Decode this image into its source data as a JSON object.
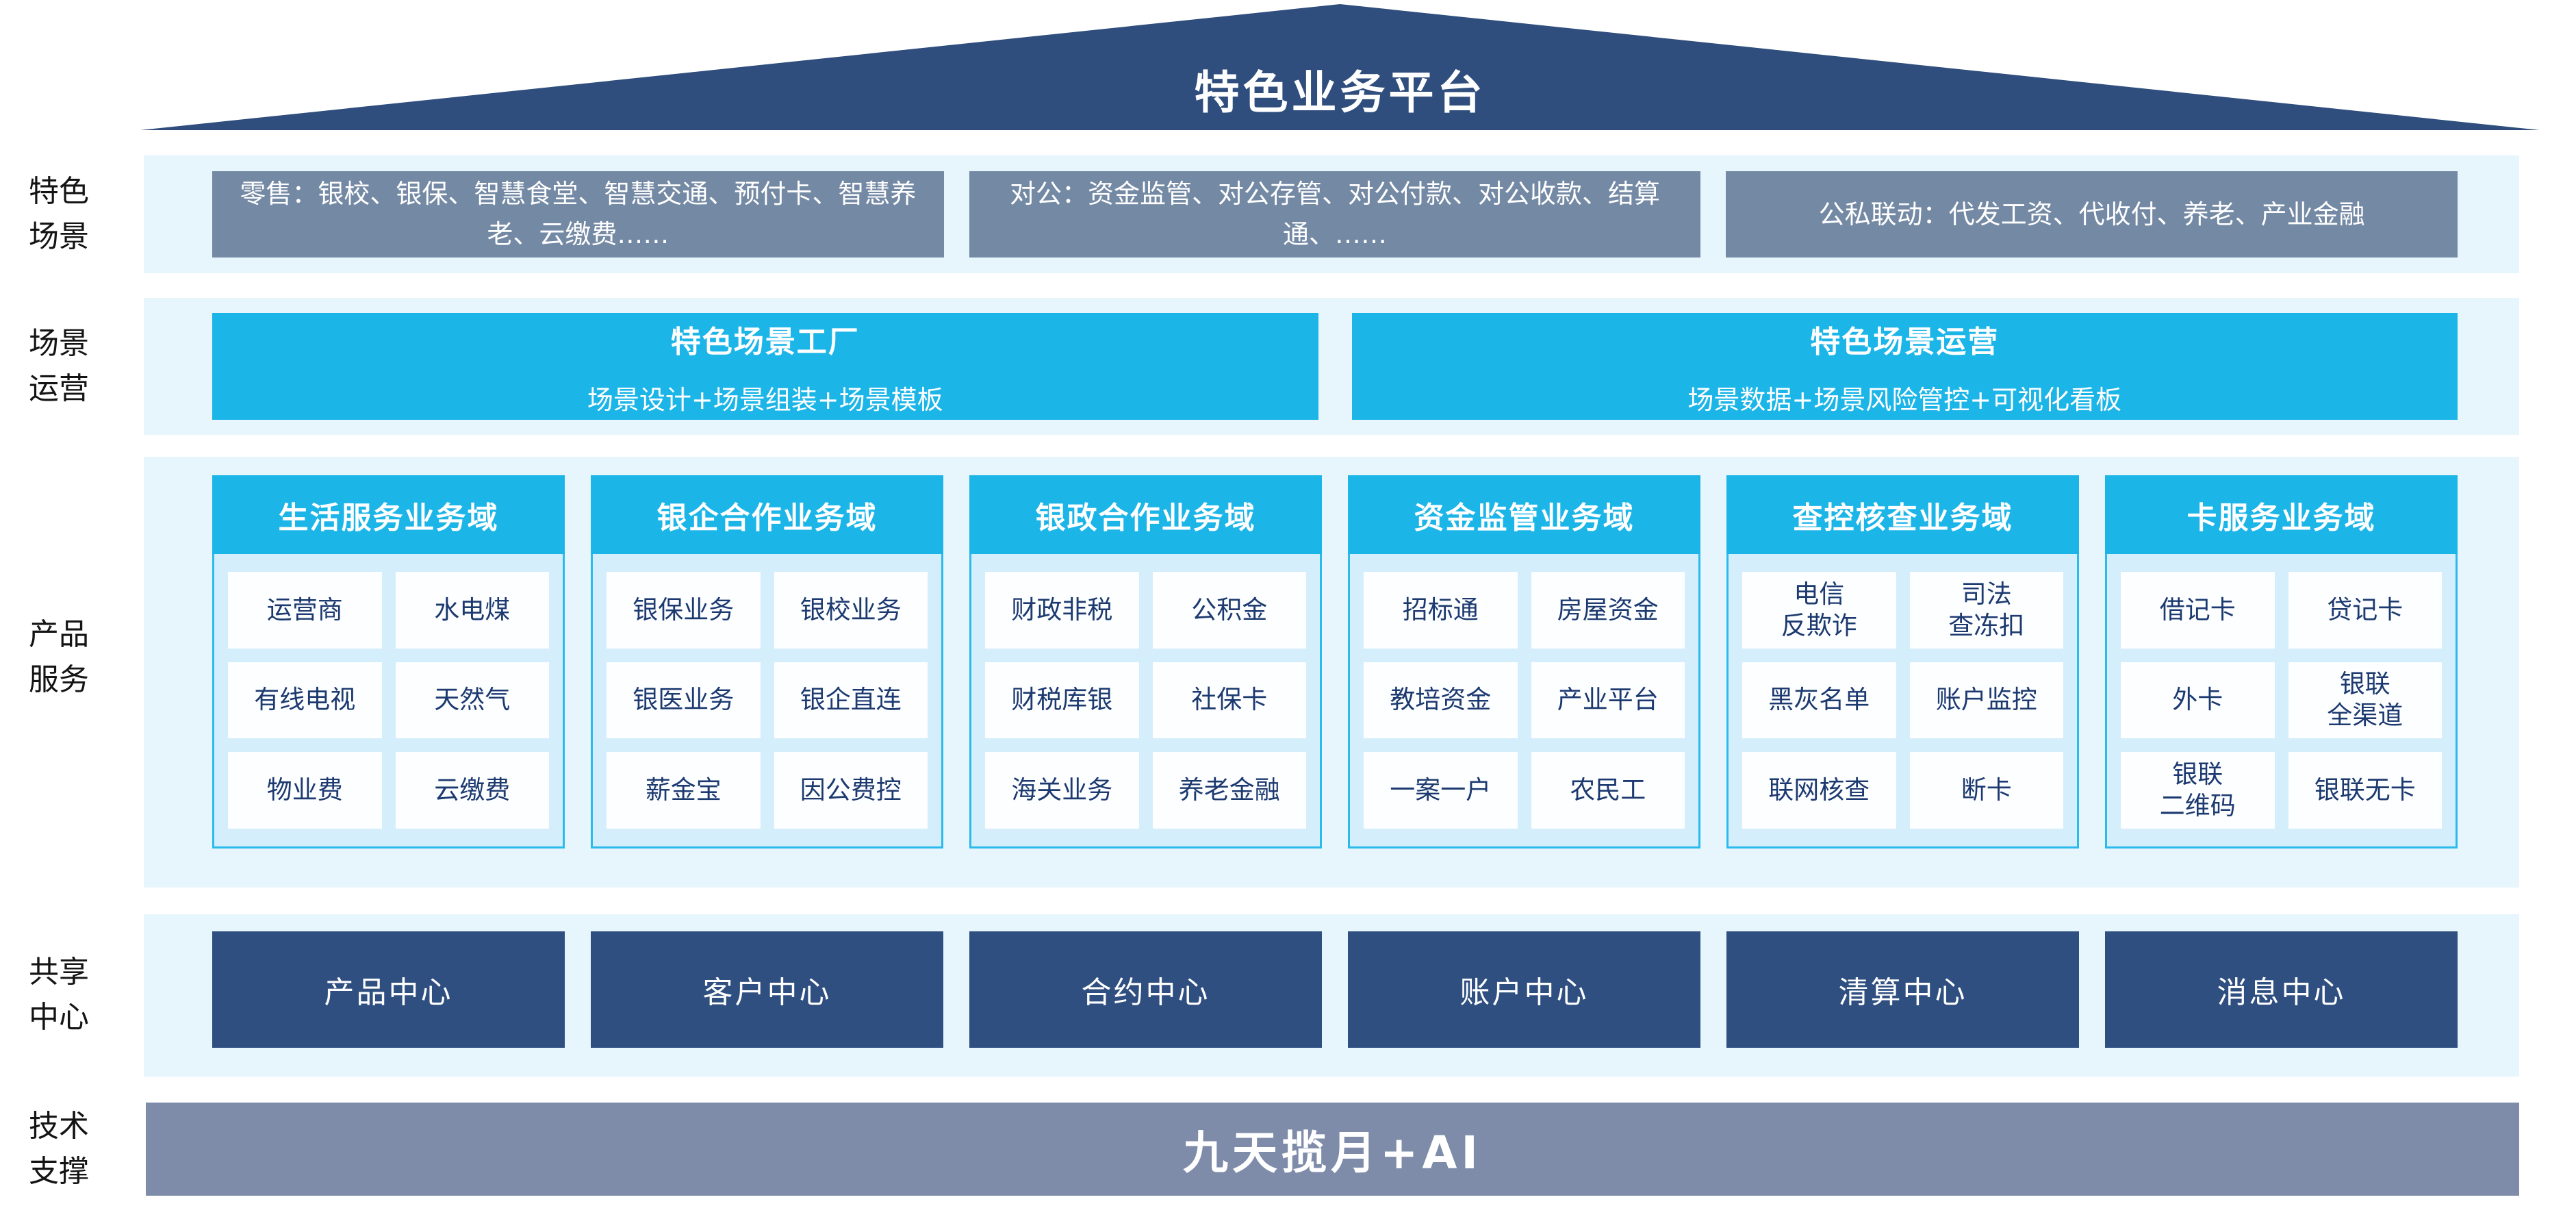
{
  "roof": {
    "title": "特色业务平台"
  },
  "colors": {
    "roof_navy": "#2F4E7D",
    "band_light_blue": "#E7F5FD",
    "scene_slate": "#7489A4",
    "cyan": "#1CB5E8",
    "panel_fill": "#D5EEFB",
    "panel_border": "#2ABBEC",
    "cell_text_navy": "#1C3A70",
    "center_navy": "#2F4F80",
    "tech_slate": "#7E8CA9"
  },
  "rows": {
    "scene": {
      "label": "特色\n场景",
      "boxes": [
        "零售：银校、银保、智慧食堂、智慧交通、预付卡、智慧养老、云缴费……",
        "对公：资金监管、对公存管、对公付款、对公收款、结算通、……",
        "公私联动：代发工资、代收付、养老、产业金融"
      ]
    },
    "operation": {
      "label": "场景\n运营",
      "boxes": [
        {
          "title": "特色场景工厂",
          "subtitle": "场景设计+场景组装+场景模板"
        },
        {
          "title": "特色场景运营",
          "subtitle": "场景数据+场景风险管控+可视化看板"
        }
      ]
    },
    "product": {
      "label": "产品\n服务",
      "domains": [
        {
          "header": "生活服务业务域",
          "cells": [
            "运营商",
            "水电煤",
            "有线电视",
            "天然气",
            "物业费",
            "云缴费"
          ]
        },
        {
          "header": "银企合作业务域",
          "cells": [
            "银保业务",
            "银校业务",
            "银医业务",
            "银企直连",
            "薪金宝",
            "因公费控"
          ]
        },
        {
          "header": "银政合作业务域",
          "cells": [
            "财政非税",
            "公积金",
            "财税库银",
            "社保卡",
            "海关业务",
            "养老金融"
          ]
        },
        {
          "header": "资金监管业务域",
          "cells": [
            "招标通",
            "房屋资金",
            "教培资金",
            "产业平台",
            "一案一户",
            "农民工"
          ]
        },
        {
          "header": "查控核查业务域",
          "cells": [
            "电信\n反欺诈",
            "司法\n查冻扣",
            "黑灰名单",
            "账户监控",
            "联网核查",
            "断卡"
          ]
        },
        {
          "header": "卡服务业务域",
          "cells": [
            "借记卡",
            "贷记卡",
            "外卡",
            "银联\n全渠道",
            "银联\n二维码",
            "银联无卡"
          ]
        }
      ]
    },
    "shared": {
      "label": "共享\n中心",
      "centers": [
        "产品中心",
        "客户中心",
        "合约中心",
        "账户中心",
        "清算中心",
        "消息中心"
      ]
    },
    "tech": {
      "label": "技术\n支撑",
      "title": "九天揽月+AI"
    }
  }
}
